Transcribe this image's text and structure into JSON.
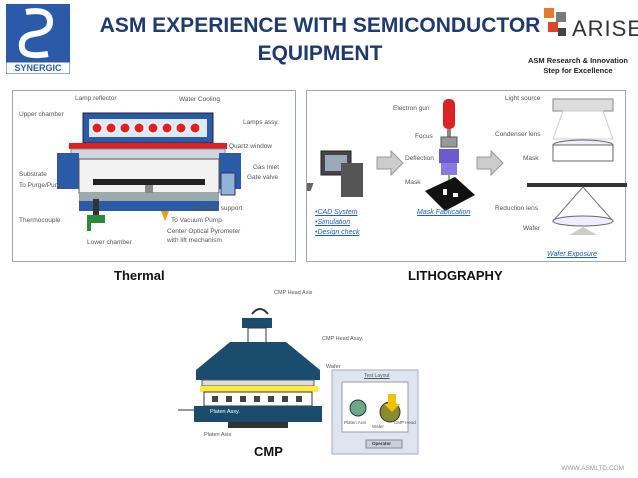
{
  "header": {
    "title": "ASM EXPERIENCE WITH SEMICONDUCTOR EQUIPMENT",
    "left_logo_text": "SYNERGIC",
    "right_logo_text": "ARISE",
    "asm_line1": "ASM Research & Innovation",
    "asm_line2": "Step for Excellence"
  },
  "thermal": {
    "caption": "Thermal",
    "labels": {
      "lamp_reflector": "Lamp reflector",
      "water_cooling": "Water Cooling",
      "upper_chamber": "Upper chamber",
      "lamps_assy": "Lamps assy.",
      "quartz_window": "Quartz window",
      "gas_inlet": "Gas Inlet",
      "gate_valve": "Gate valve",
      "substrate": "Substrate",
      "to_purge": "To Purge/Pump",
      "substrate_support": "Substrate support",
      "thermocouple": "Thermocouple",
      "to_vacuum": "To Vacuum Pump",
      "center_pyro": "Center Optical Pyrometer",
      "with_lift": "with lift mechanism",
      "lower_chamber": "Lower chamber"
    }
  },
  "litho": {
    "caption": "LITHOGRAPHY",
    "labels": {
      "electron_gun": "Electron gun",
      "focus": "Focus",
      "deflection": "Deflection",
      "mask": "Mask",
      "light_source": "Light source",
      "condenser_lens": "Condenser lens",
      "mask2": "Mask",
      "reduction_lens": "Reduction lens",
      "wafer": "Wafer",
      "cad": "•CAD System",
      "sim": "•Simulation",
      "design": "•Design check",
      "mask_fab": "Mask Fabrication",
      "wafer_exposure": "Wafer Exposure"
    }
  },
  "cmp": {
    "caption": "CMP",
    "labels": {
      "head_axis": "CMP Head Axis",
      "head_assy": "CMP Head Assy.",
      "wafer": "Wafer",
      "platen_assy": "Platen Assy.",
      "platen_axis": "Platen Axis",
      "test_layout": "Test Layout",
      "inset_platen_axis": "Platen Axis",
      "inset_wafer": "Wafer",
      "inset_cmp_head": "CMP Head",
      "operator": "Operator"
    }
  },
  "footer": "WWW.ASMLTD.COM"
}
